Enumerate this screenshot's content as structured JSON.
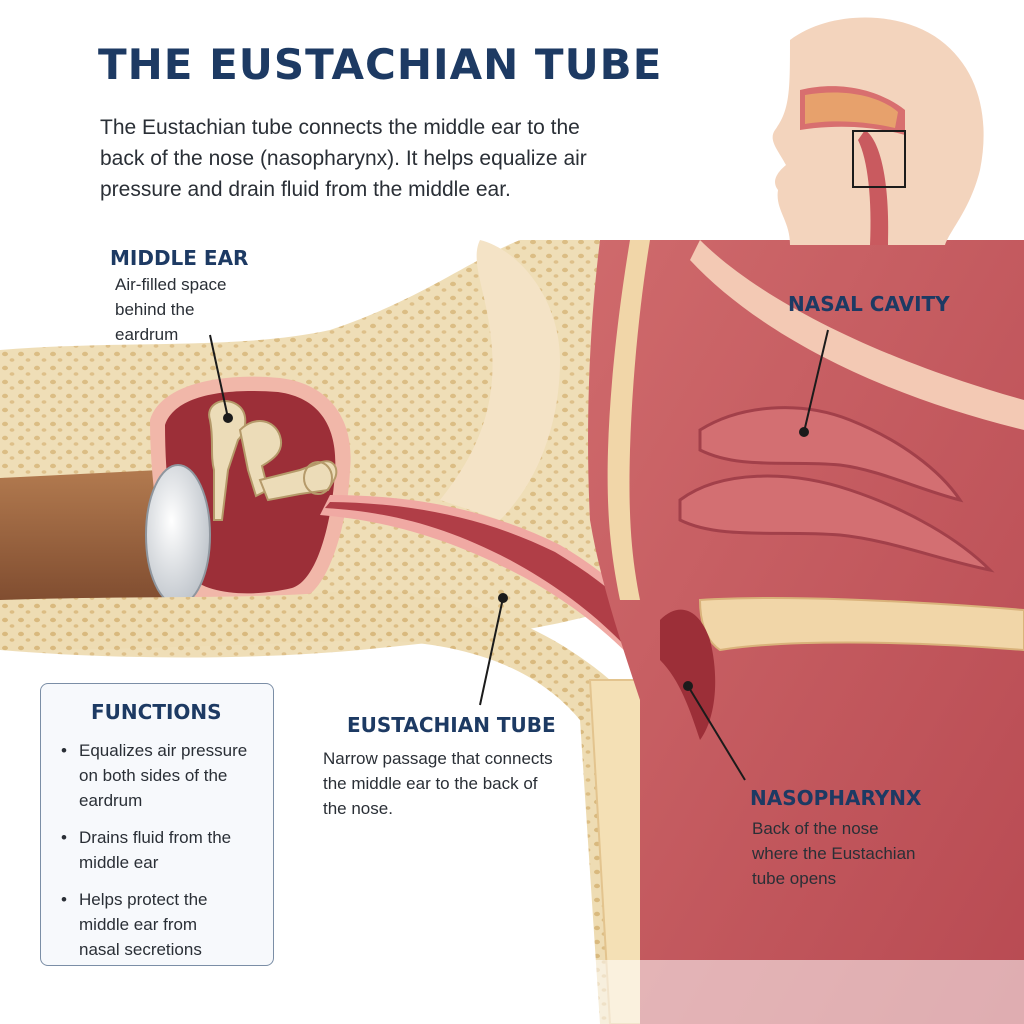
{
  "title": "THE EUSTACHIAN TUBE",
  "intro": [
    "The Eustachian tube connects the middle ear to the",
    "back of the nose (nasopharynx). It helps equalize air",
    "pressure and drain fluid from the middle ear."
  ],
  "labels": {
    "middle_ear": {
      "title": "MIDDLE EAR",
      "desc": [
        "Air-filled space",
        "behind the",
        "eardrum"
      ]
    },
    "nasal_cavity": {
      "title": "NASAL CAVITY"
    },
    "eustachian_tube": {
      "title": "EUSTACHIAN TUBE",
      "desc": [
        "Narrow passage that connects",
        "the middle ear to the back of",
        "the nose."
      ]
    },
    "nasopharynx": {
      "title": "NASOPHARYNX",
      "desc": [
        "Back of the nose",
        "where the Eustachian",
        "tube opens"
      ]
    }
  },
  "functions": {
    "title": "FUNCTIONS",
    "items": [
      [
        "Equalizes air pressure",
        "on both sides of the",
        "eardrum"
      ],
      [
        "Drains fluid from the",
        "middle ear"
      ],
      [
        "Helps protect the",
        "middle ear from",
        "nasal secretions"
      ]
    ]
  },
  "colors": {
    "heading": "#1d3a63",
    "bone": "#eedcb3",
    "tissue": "#c85b5f",
    "cavity": "#9c2f38",
    "skin": "#f3d4bd"
  }
}
